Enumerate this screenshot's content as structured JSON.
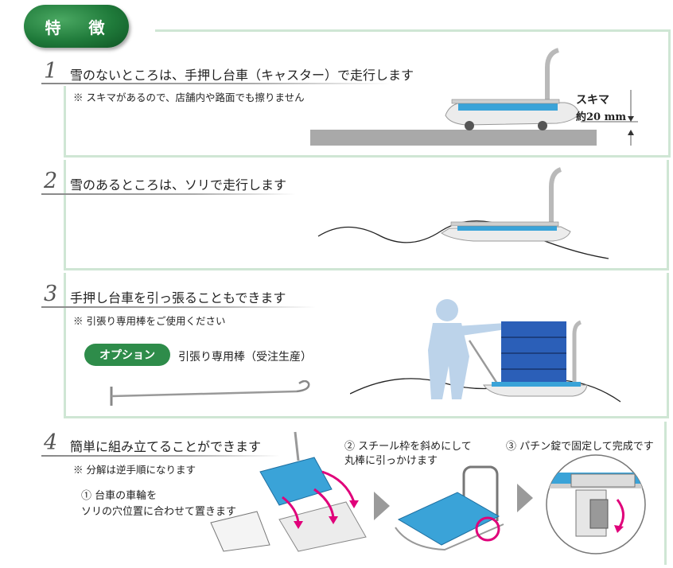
{
  "badge": {
    "label": "特 徴"
  },
  "sections": [
    {
      "number": "1",
      "heading": "雪のないところは、手押し台車（キャスター）で走行します",
      "note": "※ スキマがあるので、店舗内や路面でも擦りません"
    },
    {
      "number": "2",
      "heading": "雪のあるところは、ソリで走行します"
    },
    {
      "number": "3",
      "heading": "手押し台車を引っ張ることもできます",
      "note": "※ 引張り専用棒をご使用ください"
    },
    {
      "number": "4",
      "heading": "簡単に組み立てることができます",
      "note": "※ 分解は逆手順になります"
    }
  ],
  "gap": {
    "label": "スキマ",
    "value": "約20 mm"
  },
  "option": {
    "badge": "オプション",
    "text": "引張り専用棒（受注生産）"
  },
  "steps": [
    {
      "line1": "① 台車の車輪を",
      "line2": "ソリの穴位置に合わせて置きます"
    },
    {
      "line1": "② スチール枠を斜めにして",
      "line2": "丸棒に引っかけます"
    },
    {
      "line1": "③ パチン錠で固定して完成です",
      "line2": ""
    }
  ],
  "colors": {
    "green": "#1f7a3a",
    "frame": "#cfe6d4",
    "blue": "#3aa3d8",
    "pink": "#e0007a",
    "figure": "#bcd3ea",
    "crate": "#2b5fb8"
  }
}
